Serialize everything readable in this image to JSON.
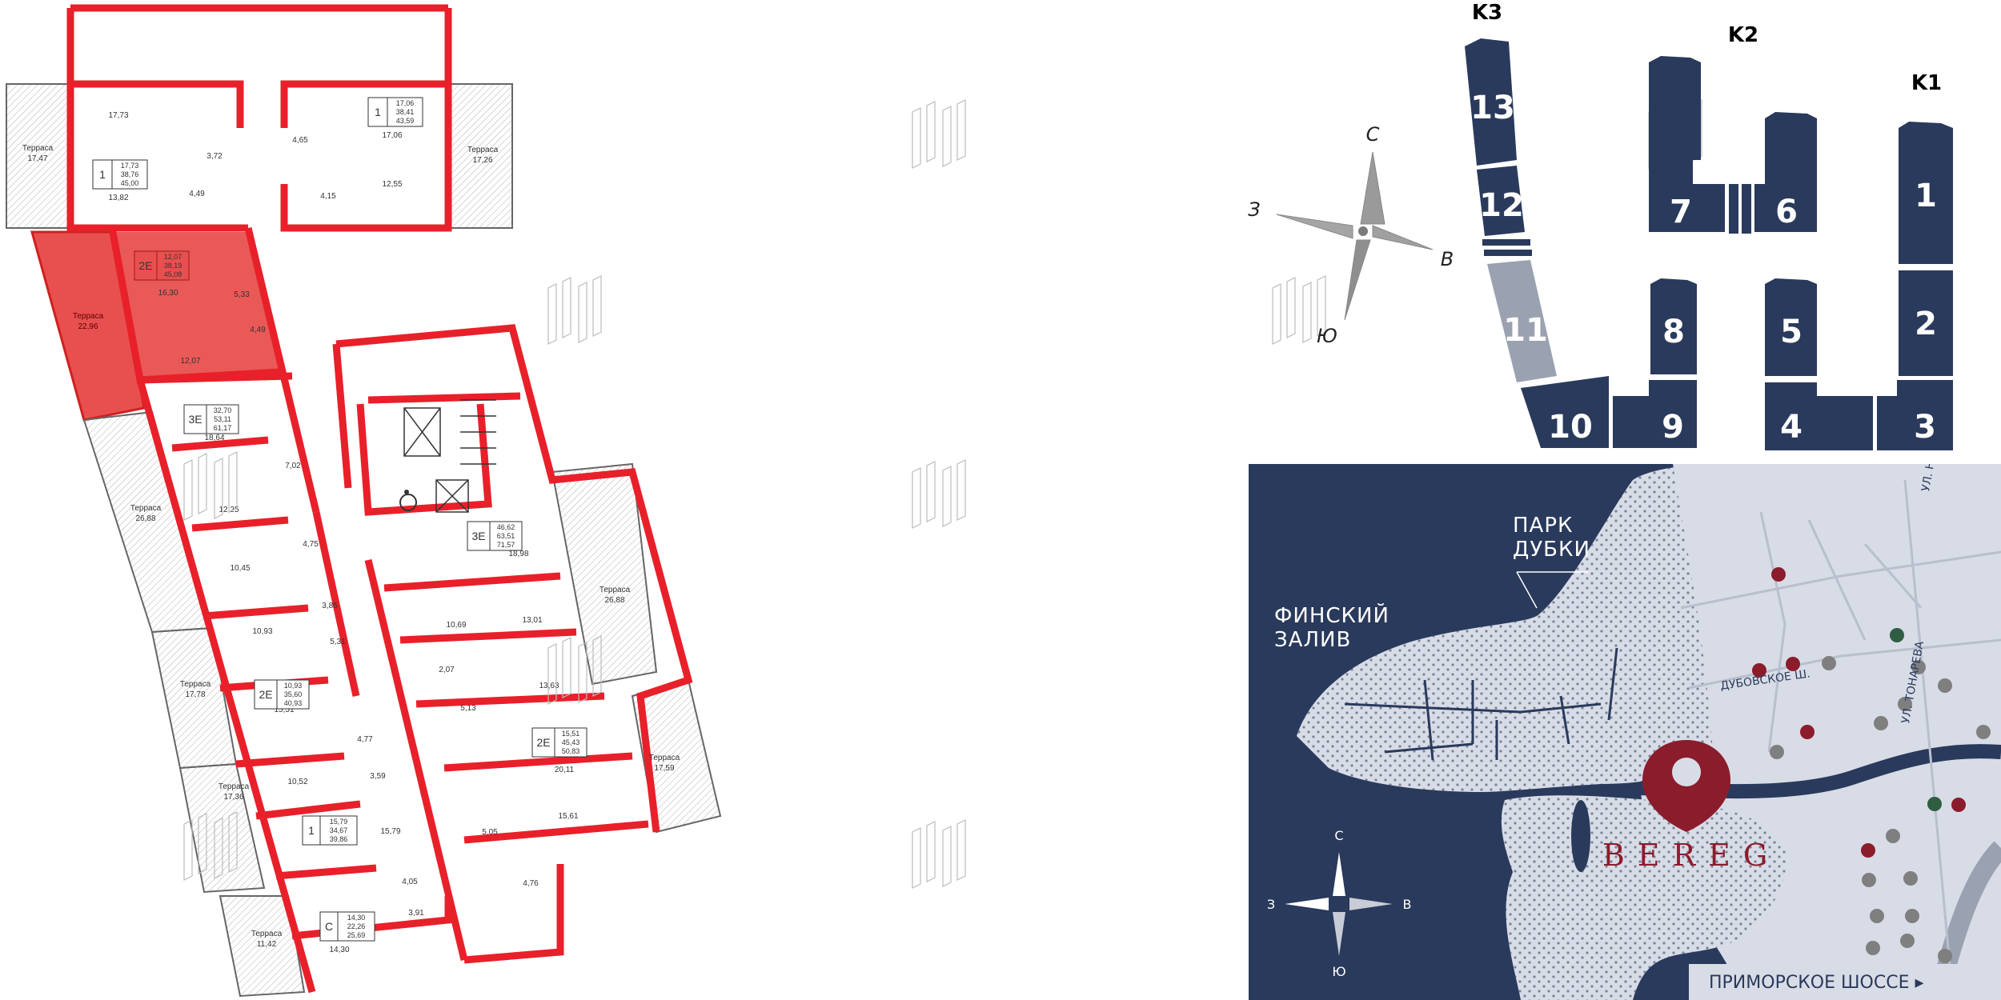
{
  "floorplan": {
    "rooms": [
      {
        "id": "r1",
        "label": "17,73"
      },
      {
        "id": "r2",
        "label": "3,72"
      },
      {
        "id": "r3",
        "label": "13,82"
      },
      {
        "id": "r4",
        "label": "4,49"
      },
      {
        "id": "r5",
        "label": "17,06"
      },
      {
        "id": "r6",
        "label": "4,65"
      },
      {
        "id": "r7",
        "label": "4,15"
      },
      {
        "id": "r8",
        "label": "12,55"
      },
      {
        "id": "r9",
        "label": "16,30"
      },
      {
        "id": "r10",
        "label": "5,33"
      },
      {
        "id": "r11",
        "label": "4,49"
      },
      {
        "id": "r12",
        "label": "12,07"
      },
      {
        "id": "r13",
        "label": "18,64"
      },
      {
        "id": "r14",
        "label": "7,02"
      },
      {
        "id": "r15",
        "label": "12,25"
      },
      {
        "id": "r16",
        "label": "4,75"
      },
      {
        "id": "r17",
        "label": "10,45"
      },
      {
        "id": "r18",
        "label": "3,85"
      },
      {
        "id": "r19",
        "label": "10,93"
      },
      {
        "id": "r20",
        "label": "5,31"
      },
      {
        "id": "r21",
        "label": "15,51"
      },
      {
        "id": "r22",
        "label": "4,77"
      },
      {
        "id": "r23",
        "label": "10,52"
      },
      {
        "id": "r24",
        "label": "3,59"
      },
      {
        "id": "r25",
        "label": "15,79"
      },
      {
        "id": "r26",
        "label": "4,05"
      },
      {
        "id": "r27",
        "label": "3,91"
      },
      {
        "id": "r28",
        "label": "14,30"
      },
      {
        "id": "r29",
        "label": "18,98"
      },
      {
        "id": "r30",
        "label": "10,69"
      },
      {
        "id": "r31",
        "label": "13,01"
      },
      {
        "id": "r32",
        "label": "2,07"
      },
      {
        "id": "r33",
        "label": "13,63"
      },
      {
        "id": "r34",
        "label": "5,13"
      },
      {
        "id": "r35",
        "label": "20,11"
      },
      {
        "id": "r36",
        "label": "5,05"
      },
      {
        "id": "r37",
        "label": "15,61"
      },
      {
        "id": "r38",
        "label": "4,76"
      }
    ],
    "terraces": [
      {
        "id": "t1",
        "name": "Терраса",
        "area": "17,47"
      },
      {
        "id": "t2",
        "name": "Терраса",
        "area": "17,26"
      },
      {
        "id": "t3",
        "name": "Терраса",
        "area": "22,96"
      },
      {
        "id": "t4",
        "name": "Терраса",
        "area": "26,88"
      },
      {
        "id": "t5",
        "name": "Терраса",
        "area": "26,88"
      },
      {
        "id": "t6",
        "name": "Терраса",
        "area": "17,78"
      },
      {
        "id": "t7",
        "name": "Терраса",
        "area": "17,59"
      },
      {
        "id": "t8",
        "name": "Терраса",
        "area": "17,36"
      },
      {
        "id": "t9",
        "name": "Терраса",
        "area": "11,42"
      }
    ],
    "apartments": [
      {
        "id": "a1",
        "type": "1",
        "v1": "17,73",
        "v2": "38,76",
        "v3": "45,00"
      },
      {
        "id": "a2",
        "type": "1",
        "v1": "17,06",
        "v2": "38,41",
        "v3": "43,59"
      },
      {
        "id": "a3",
        "type": "2Е",
        "v1": "12,07",
        "v2": "38,19",
        "v3": "45,08",
        "selected": true
      },
      {
        "id": "a4",
        "type": "3Е",
        "v1": "32,70",
        "v2": "53,11",
        "v3": "61,17"
      },
      {
        "id": "a5",
        "type": "3Е",
        "v1": "46,62",
        "v2": "63,51",
        "v3": "71,57"
      },
      {
        "id": "a6",
        "type": "2Е",
        "v1": "10,93",
        "v2": "35,60",
        "v3": "40,93"
      },
      {
        "id": "a7",
        "type": "2Е",
        "v1": "15,51",
        "v2": "45,43",
        "v3": "50,83"
      },
      {
        "id": "a8",
        "type": "1",
        "v1": "15,79",
        "v2": "34,67",
        "v3": "39,86"
      },
      {
        "id": "a9",
        "type": "С",
        "v1": "14,30",
        "v2": "22,26",
        "v3": "25,69"
      }
    ]
  },
  "compass_top": {
    "n": "С",
    "s": "Ю",
    "w": "З",
    "e": "В"
  },
  "compass_map": {
    "n": "С",
    "s": "Ю",
    "w": "З",
    "e": "В"
  },
  "building_labels": {
    "k1": "K1",
    "k2": "K2",
    "k3": "K3"
  },
  "buildings": [
    {
      "id": "b1",
      "label": "1"
    },
    {
      "id": "b2",
      "label": "2"
    },
    {
      "id": "b3",
      "label": "3"
    },
    {
      "id": "b4",
      "label": "4"
    },
    {
      "id": "b5",
      "label": "5"
    },
    {
      "id": "b6",
      "label": "6"
    },
    {
      "id": "b7",
      "label": "7"
    },
    {
      "id": "b8",
      "label": "8"
    },
    {
      "id": "b9",
      "label": "9"
    },
    {
      "id": "b10",
      "label": "10"
    },
    {
      "id": "b11",
      "label": "11",
      "selected": true
    },
    {
      "id": "b12",
      "label": "12"
    },
    {
      "id": "b13",
      "label": "13"
    }
  ],
  "map": {
    "park_line1": "ПАРК",
    "park_line2": "ДУБКИ",
    "gulf_line1": "ФИНСКИЙ",
    "gulf_line2": "ЗАЛИВ",
    "brand": "BEREG",
    "street_dubovskoe": "ДУБОВСКОЕ Ш.",
    "street_tonareva": "УЛ. ТОНАРЕВА",
    "street_top": "УЛ. Н",
    "highway": "ПРИМОРСКОЕ ШОССЕ ▸"
  },
  "colors": {
    "navy": "#2a3a5c",
    "accent": "#e8202a",
    "selected_fill": "#e8504f",
    "building_selected": "#9aa2b1",
    "map_light": "#d8dce6",
    "marker": "#8b1c2c"
  }
}
